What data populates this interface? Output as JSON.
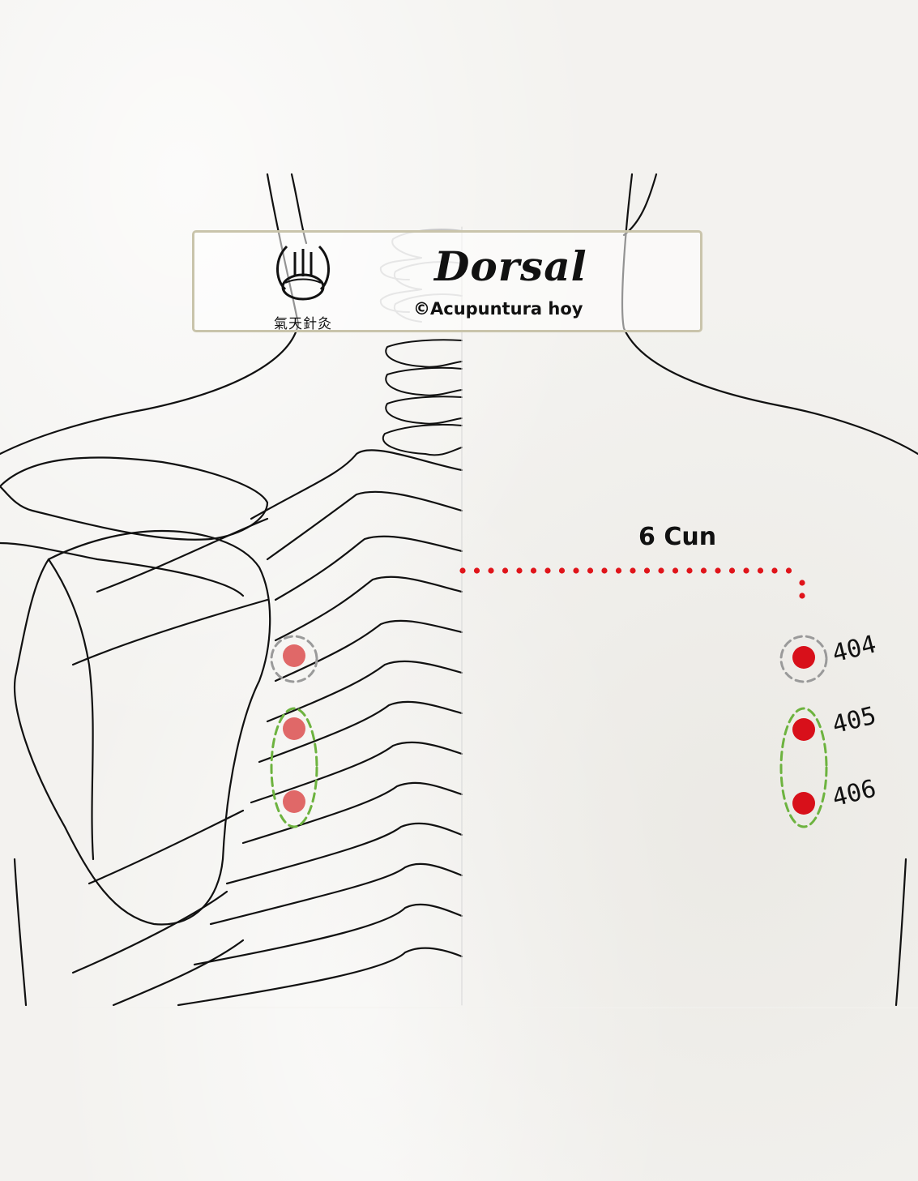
{
  "header": {
    "title": "Dorsal",
    "copyright": "©Acupuntura hoy",
    "logo_text": "氣天針灸"
  },
  "measurement": {
    "label": "6 Cun",
    "color": "#e0141a"
  },
  "points": [
    {
      "id": "404",
      "label": "404",
      "group_ring": "gray-dashed"
    },
    {
      "id": "405",
      "label": "405",
      "group_ring": "green-dashed"
    },
    {
      "id": "406",
      "label": "406",
      "group_ring": "green-dashed"
    }
  ],
  "colors": {
    "point_red": "#d8101a",
    "point_light_red": "#e26a6a",
    "ring_gray": "#9a9a9a",
    "ring_green": "#6db33f",
    "line": "#111111",
    "card_border": "#c9c4ab"
  }
}
